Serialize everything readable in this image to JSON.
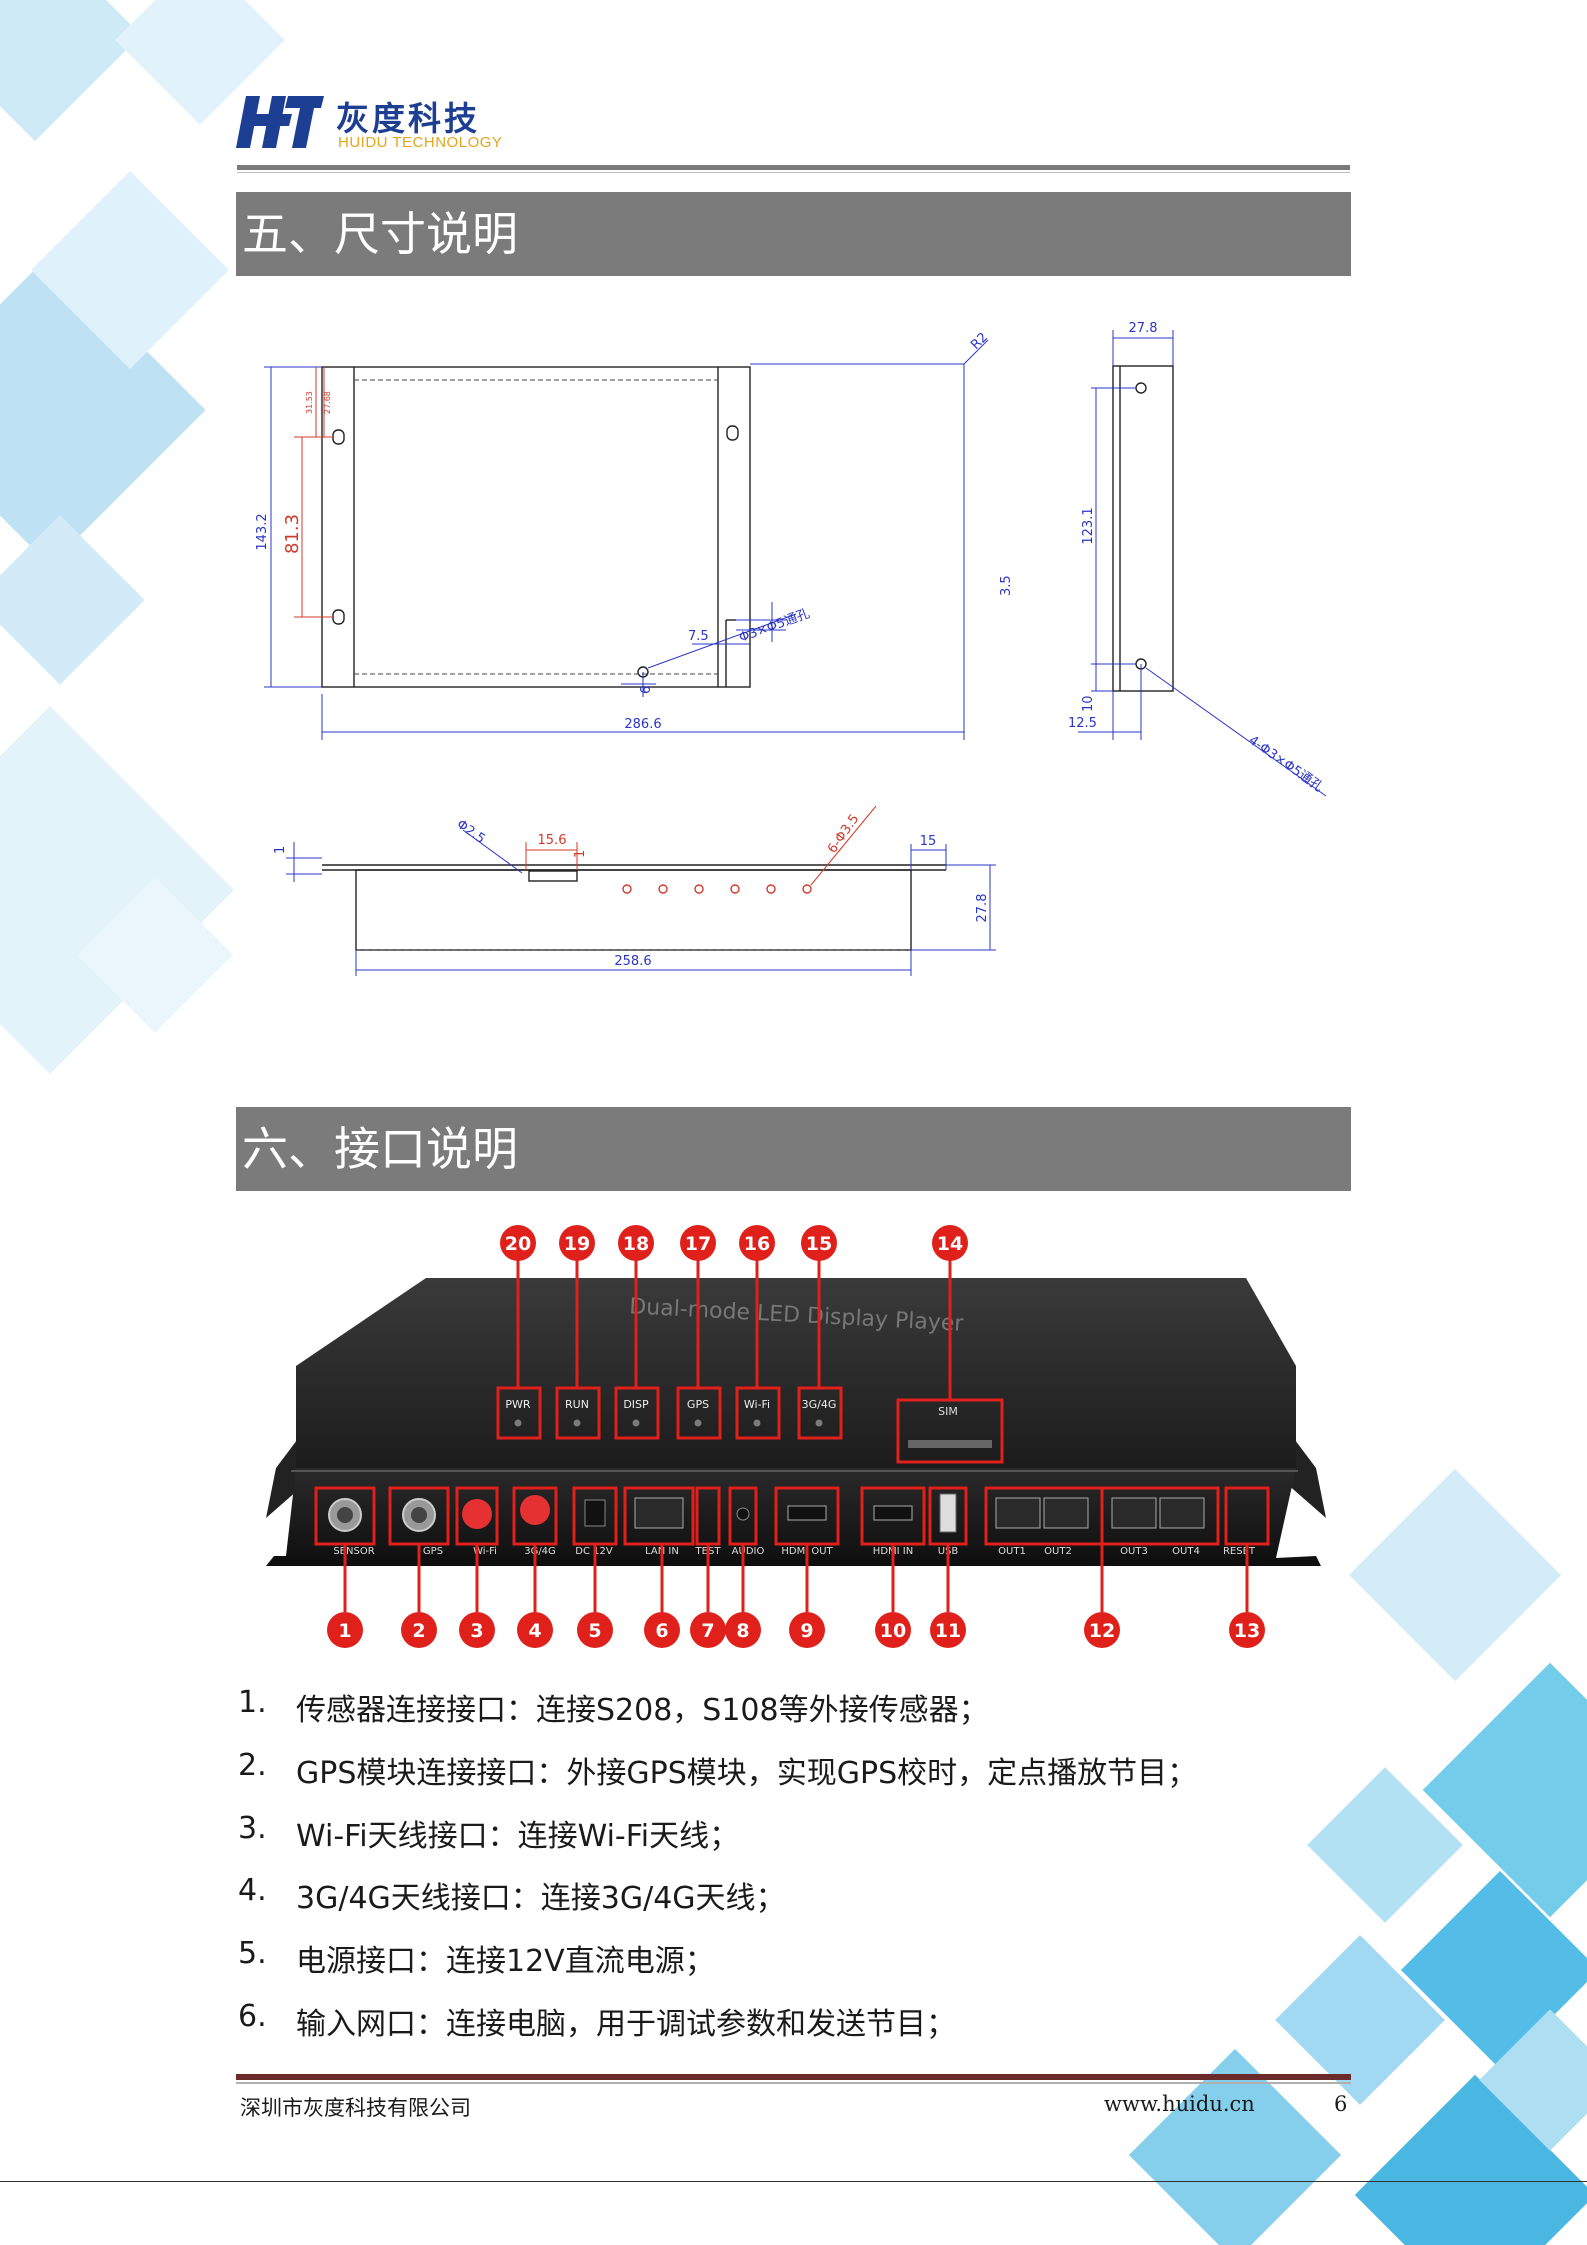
{
  "brand": {
    "name": "灰度科技",
    "sub": "HUIDU TECHNOLOGY",
    "blue": "#1c3e93",
    "gold": "#e2a51b"
  },
  "sections": {
    "dimensions_title": "五、尺寸说明",
    "interfaces_title": "六、接口说明"
  },
  "drawing": {
    "front": {
      "height_total": "143.2",
      "hole_span": "81.3",
      "top_a": "31.53",
      "top_b": "27.68",
      "radius": "R2",
      "hole_note": "Φ3×Φ5通孔",
      "gap_6": "6",
      "gap_7_5": "7.5",
      "gap_3_5": "3.5",
      "width_total": "286.6"
    },
    "side": {
      "width": "27.8",
      "height": "123.1",
      "bottom": "10",
      "offset": "12.5",
      "hole_note": "4-Φ3×Φ5通孔"
    },
    "bottom": {
      "thickness": "1",
      "hole_small": "Φ2.5",
      "slot": "15.6",
      "slot_gap": "1",
      "holes": "6-Φ3.5",
      "flange": "15",
      "depth": "27.8",
      "length": "258.6"
    }
  },
  "device": {
    "top_text": "Dual-mode LED Display Player",
    "indicator_labels": [
      "PWR",
      "RUN",
      "DISP",
      "GPS",
      "Wi-Fi",
      "3G/4G"
    ],
    "sim_label": "SIM",
    "port_labels": [
      "SENSOR",
      "GPS",
      "Wi-Fi",
      "3G/4G",
      "DC 12V",
      "LAN IN",
      "TEST",
      "AUDIO",
      "HDMI OUT",
      "HDMI IN",
      "USB",
      "OUT1",
      "OUT2",
      "OUT3",
      "OUT4",
      "RESET"
    ],
    "callouts_top": [
      "20",
      "19",
      "18",
      "17",
      "16",
      "15",
      "14"
    ],
    "callouts_bottom": [
      "1",
      "2",
      "3",
      "4",
      "5",
      "6",
      "7",
      "8",
      "9",
      "10",
      "11",
      "12",
      "13"
    ],
    "callout_color": "#e0201b"
  },
  "list": [
    {
      "num": "1.",
      "text": "传感器连接接口：连接S208，S108等外接传感器；"
    },
    {
      "num": "2.",
      "text": "GPS模块连接接口：外接GPS模块，实现GPS校时，定点播放节目；"
    },
    {
      "num": "3.",
      "text": "Wi-Fi天线接口：连接Wi-Fi天线；"
    },
    {
      "num": "4.",
      "text": "3G/4G天线接口：连接3G/4G天线；"
    },
    {
      "num": "5.",
      "text": "电源接口：连接12V直流电源；"
    },
    {
      "num": "6.",
      "text": "输入网口：连接电脑，用于调试参数和发送节目；"
    }
  ],
  "footer": {
    "company": "深圳市灰度科技有限公司",
    "url": "www.huidu.cn",
    "page": "6"
  }
}
